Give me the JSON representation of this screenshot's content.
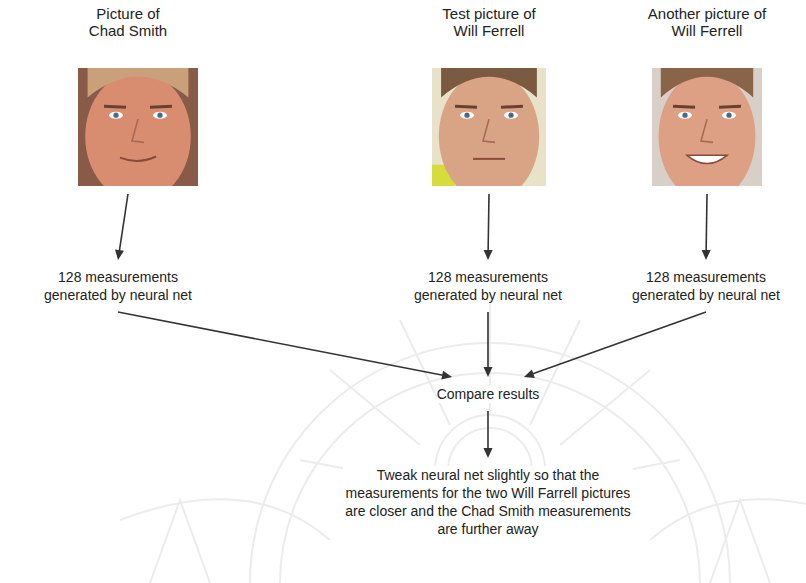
{
  "diagram": {
    "nodes": [
      {
        "text": [
          "Picture of Chad Smith"
        ]
      },
      {
        "text": [
          "Test picture of Will Ferrell"
        ]
      },
      {
        "text": [
          "Another picture of Will Ferrell"
        ]
      },
      {
        "text": [
          "128 measurements generated by neural net"
        ]
      },
      {
        "text": [
          "128 measurements generated by neural net"
        ]
      },
      {
        "text": [
          "128 measurements generated by neural net"
        ]
      },
      {
        "text": [
          "Compare results"
        ]
      },
      {
        "text": [
          "Tweak neural net slightly so that the measurements for the two Will Farrell pictures are closer and the Chad Smith measurements are further away"
        ]
      }
    ],
    "edges": [
      {
        "from": 0,
        "to": 3,
        "arrow": "to"
      },
      {
        "from": 1,
        "to": 4,
        "arrow": "to"
      },
      {
        "from": 2,
        "to": 5,
        "arrow": "to"
      },
      {
        "from": 3,
        "to": 6,
        "arrow": "to"
      },
      {
        "from": 4,
        "to": 6,
        "arrow": "to"
      },
      {
        "from": 5,
        "to": 6,
        "arrow": "to"
      },
      {
        "from": 6,
        "to": 7,
        "arrow": "to"
      }
    ]
  }
}
